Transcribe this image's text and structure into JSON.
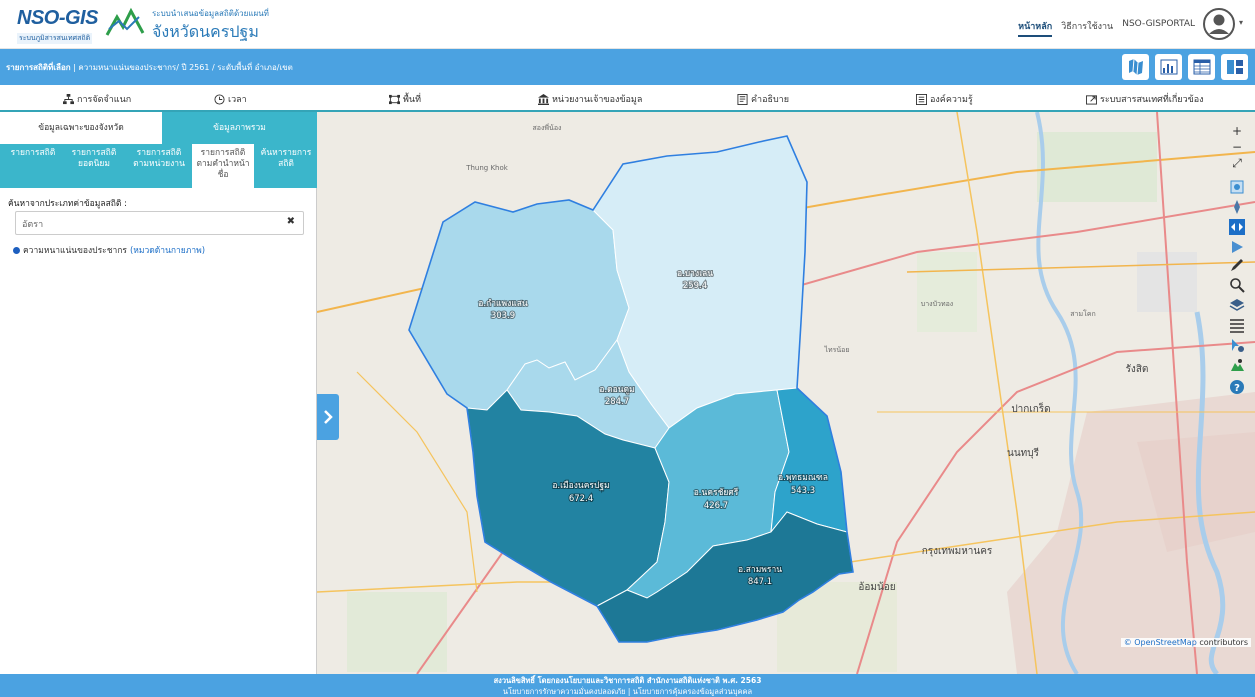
{
  "header": {
    "logo_text": "NSO-GIS",
    "logo_sub": "ระบบภูมิสารสนเทศสถิติ",
    "subtitle": "ระบบนำเสนอข้อมูลสถิติด้วยแผนที่",
    "province": "จังหวัดนครปฐม",
    "nav": [
      "หน้าหลัก",
      "วิธีการใช้งาน",
      "NSO-GISPORTAL"
    ],
    "caret": "▾"
  },
  "status": {
    "selected_label": "รายการสถิติที่เลือก",
    "selected_text": " | ความหนาแน่นของประชากร/ ปี 2561 / ระดับพื้นที่ อำเภอ/เขต"
  },
  "menu": [
    "การจัดจำแนก",
    "เวลา",
    "พื้นที่",
    "หน่วยงานเจ้าของข้อมูล",
    "คำอธิบาย",
    "องค์ความรู้",
    "ระบบสารสนเทศที่เกี่ยวข้อง"
  ],
  "panel": {
    "tabs": [
      "ข้อมูลเฉพาะของจังหวัด",
      "ข้อมูลภาพรวม"
    ],
    "subtabs": [
      "รายการสถิติ",
      "รายการสถิติ\nยอดนิยม",
      "รายการสถิติ\nตามหน่วยงาน",
      "รายการสถิติ\nตามคำนำหน้า\nชื่อ",
      "ค้นหารายการ\nสถิติ"
    ],
    "search_label": "ค้นหาจากประเภทค่าข้อมูลสถิติ :",
    "search_value": "อัตรา",
    "clear": "✖",
    "result_text": "ความหนาแน่นของประชากร",
    "result_category": "(หมวดด้านกายภาพ)"
  },
  "map": {
    "districts": [
      {
        "name": "อ.กำแพงแสน",
        "value": "303.9",
        "color": "#a9d9ec"
      },
      {
        "name": "อ.บางเลน",
        "value": "259.4",
        "color": "#d6edf7"
      },
      {
        "name": "อ.ดอนตูม",
        "value": "284.7",
        "color": "#a9d9ec"
      },
      {
        "name": "อ.เมืองนครปฐม",
        "value": "672.4",
        "color": "#2283a2"
      },
      {
        "name": "อ.นครชัยศรี",
        "value": "426.7",
        "color": "#5bbad8"
      },
      {
        "name": "อ.พุทธมณฑล",
        "value": "543.3",
        "color": "#2da3cb"
      },
      {
        "name": "อ.สามพราน",
        "value": "847.1",
        "color": "#1d7896"
      }
    ],
    "place_labels": [
      "สองพี่น้อง",
      "Thung Khok",
      "กรุงเทพมหานคร",
      "นนทบุรี",
      "ปากเกร็ด",
      "อ้อมน้อย",
      "สามโคก",
      "บางบัวทอง",
      "ไทรน้อย",
      "รังสิต"
    ],
    "attribution_link": "© OpenStreetMap",
    "attribution_text": " contributors",
    "zoom_in": "+",
    "zoom_out": "−",
    "fullscreen": "⤢",
    "help": "?"
  },
  "footer": {
    "line1": "สงวนลิขสิทธิ์ โดยกองนโยบายและวิชาการสถิติ สำนักงานสถิติแห่งชาติ พ.ศ. 2563",
    "line2": "นโยบายการรักษาความมั่นคงปลอดภัย | นโยบายการคุ้มครองข้อมูลส่วนบุคคล"
  }
}
